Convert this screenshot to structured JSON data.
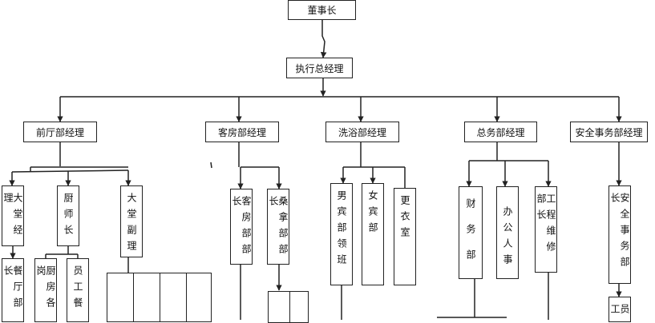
{
  "chairman": "董事长",
  "gm": "执行总经理",
  "managers": [
    "前厅部经理",
    "客房部经理",
    "洗浴部经理",
    "总务部经理",
    "安全事务部经理"
  ],
  "front": {
    "lobby_manager": "大堂经理",
    "chef": "厨师长",
    "lobby_deputy": "大堂副理",
    "restaurant": "餐厅部长",
    "kitchen": "厨房各岗",
    "staff_meal": "员工餐"
  },
  "rooms": {
    "room_head": "客房部部长",
    "sauna_head": "桑拿部部长"
  },
  "bath": {
    "male": "男宾部领班",
    "female": "女宾部",
    "locker": "更衣室"
  },
  "general": {
    "finance": "财务部",
    "hr": "办公人事",
    "maintenance": "工程维修部长"
  },
  "security": {
    "head": "安全事务部长",
    "staff": "员工"
  }
}
